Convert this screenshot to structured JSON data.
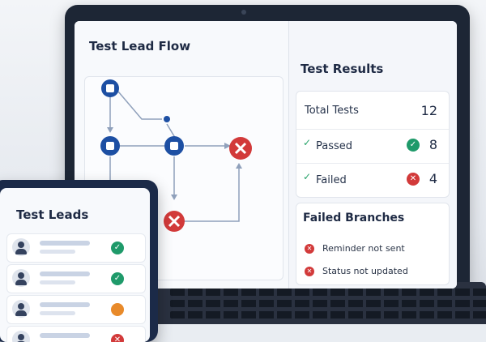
{
  "flow": {
    "title": "Test Lead Flow"
  },
  "results": {
    "title": "Test Results",
    "total_label": "Total Tests",
    "total_value": "12",
    "passed_label": "Passed",
    "passed_value": "8",
    "failed_label": "Failed",
    "failed_value": "4"
  },
  "failed_branches": {
    "title": "Failed Branches",
    "items": [
      {
        "text": "Reminder not sent"
      },
      {
        "text": "Status not updated"
      }
    ]
  },
  "tablet": {
    "title": "Test Leads",
    "rows": [
      {
        "status": "pass"
      },
      {
        "status": "pass"
      },
      {
        "status": "warn"
      },
      {
        "status": "fail"
      }
    ]
  },
  "colors": {
    "pass": "#1f9a6a",
    "fail": "#d23a3a",
    "warn": "#e88a2a",
    "node": "#1d4fa3"
  },
  "icons": {
    "check": "✓",
    "cross": "✕"
  }
}
